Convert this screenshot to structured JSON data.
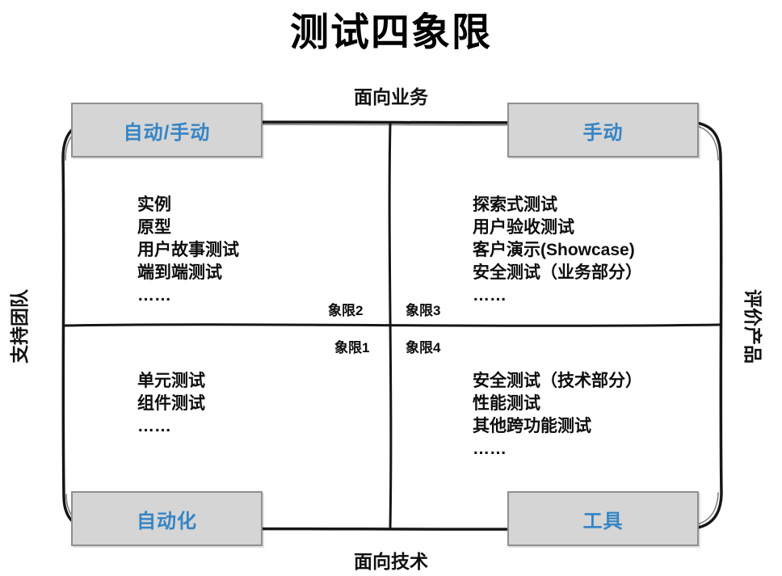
{
  "title": "测试四象限",
  "axes": {
    "top": "面向业务",
    "bottom": "面向技术",
    "left": "支持团队",
    "right": "评价产品"
  },
  "corner_labels": {
    "top_left": "自动/手动",
    "top_right": "手动",
    "bottom_left": "自动化",
    "bottom_right": "工具"
  },
  "quadrants": {
    "q2": {
      "label": "象限2",
      "items": [
        "实例",
        "原型",
        "用户故事测试",
        "端到端测试",
        "……"
      ]
    },
    "q3": {
      "label": "象限3",
      "items": [
        "探索式测试",
        "用户验收测试",
        "客户演示(Showcase)",
        "安全测试（业务部分）",
        "……"
      ]
    },
    "q1": {
      "label": "象限1",
      "items": [
        "单元测试",
        "组件测试",
        "……"
      ]
    },
    "q4": {
      "label": "象限4",
      "items": [
        "安全测试（技术部分）",
        "性能测试",
        "其他跨功能测试",
        "……"
      ]
    }
  },
  "colors": {
    "accent_blue": "#3585c5",
    "box_fill": "#d5d5d5",
    "box_border": "#8f8f8f",
    "line": "#161616"
  }
}
